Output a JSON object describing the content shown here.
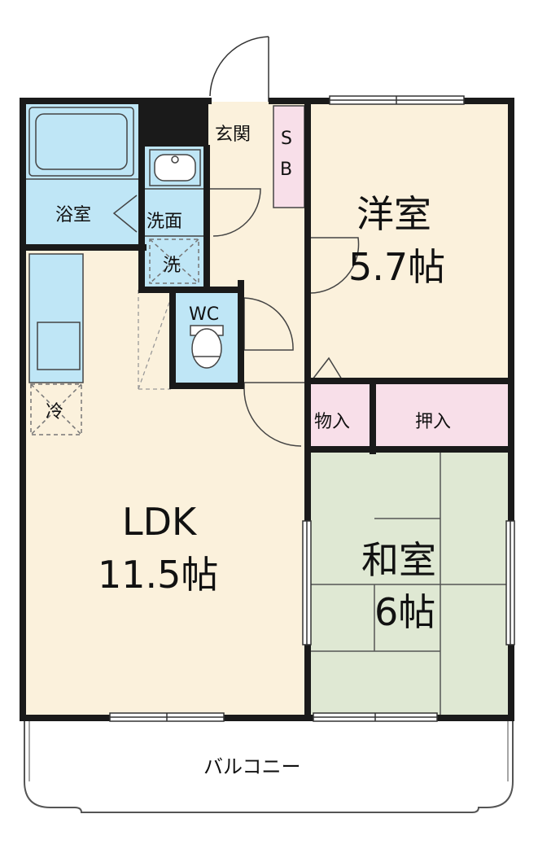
{
  "colors": {
    "wall": "#1a1a1a",
    "floor_wood": "#fbf1dc",
    "wet_area": "#bfe6f6",
    "tatami": "#dfe8d3",
    "closet": "#f8dfe9",
    "balcony": "#ffffff"
  },
  "rooms": {
    "bath": "浴室",
    "washroom": "洗面",
    "washer": "洗",
    "toilet": "WC",
    "entrance": "玄関",
    "shoe_box": [
      "S",
      "B"
    ],
    "western": {
      "name": "洋室",
      "size": "5.7帖"
    },
    "storage": "物入",
    "oshiire": "押入",
    "fridge": "冷",
    "ldk": {
      "name": "LDK",
      "size": "11.5帖"
    },
    "japanese": {
      "name": "和室",
      "size": "6帖"
    },
    "balcony": "バルコニー"
  },
  "icons": [
    "bathtub-icon",
    "washbasin-icon",
    "washer-space-icon",
    "toilet-icon",
    "kitchen-sink-icon",
    "fridge-space-icon",
    "door-swing-icon"
  ]
}
